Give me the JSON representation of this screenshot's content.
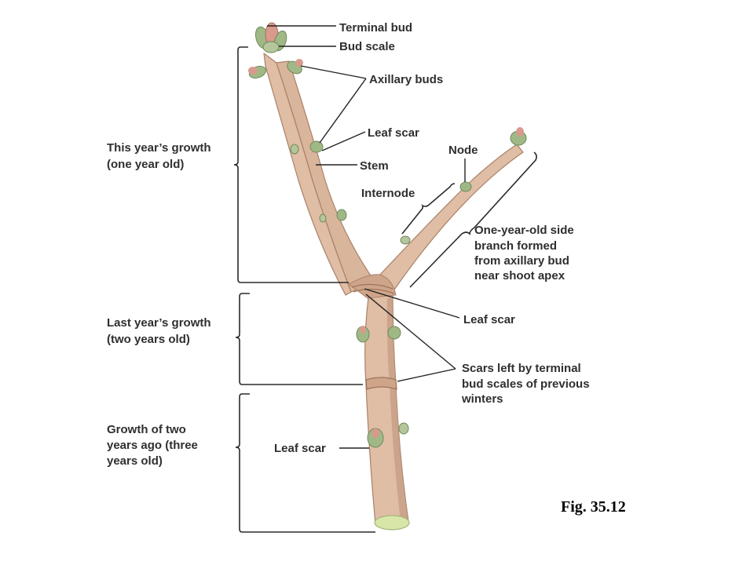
{
  "figure": {
    "figure_number": "Fig. 35.12",
    "colors": {
      "stem_fill": "#e0bda5",
      "stem_shadow": "#c39a80",
      "stem_outline": "#a98068",
      "scar_band": "#cfa58a",
      "bud_green": "#9fb886",
      "bud_pink": "#d89a8c",
      "cut_end": "#d8e6a8",
      "text": "#2f2f2f"
    },
    "growth_labels": {
      "this_year": [
        "This year’s growth",
        "(one year old)"
      ],
      "last_year": [
        "Last year’s growth",
        "(two years old)"
      ],
      "two_years_ago": [
        "Growth of two",
        "years ago (three",
        "years old)"
      ]
    },
    "part_labels": {
      "terminal_bud": "Terminal bud",
      "bud_scale": "Bud scale",
      "axillary_buds": "Axillary buds",
      "leaf_scar_top": "Leaf scar",
      "stem": "Stem",
      "node": "Node",
      "internode": "Internode",
      "side_branch": [
        "One-year-old side",
        "branch formed",
        "from axillary bud",
        "near shoot apex"
      ],
      "leaf_scar_mid": "Leaf scar",
      "bud_scale_scars": [
        "Scars left by terminal",
        "bud scales of previous",
        "winters"
      ],
      "leaf_scar_low": "Leaf scar"
    }
  }
}
